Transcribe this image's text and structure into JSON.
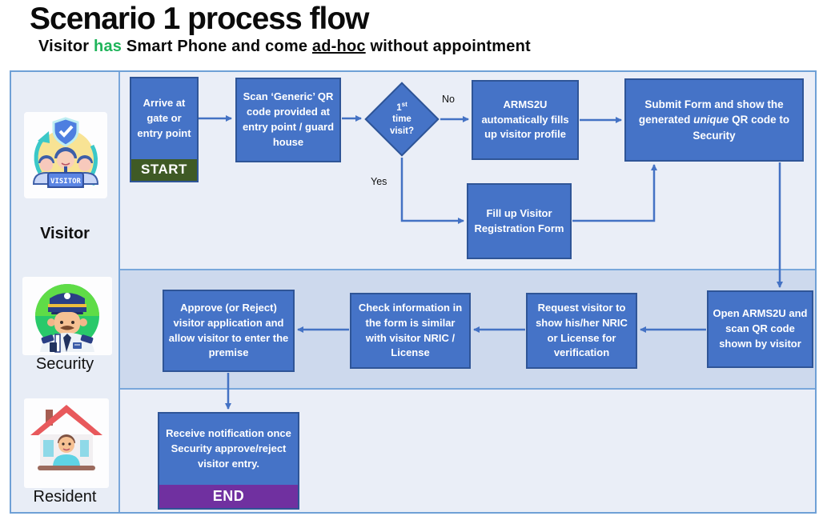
{
  "header": {
    "title": "Scenario 1 process flow",
    "subtitle_part1": "Visitor ",
    "subtitle_has": "has",
    "subtitle_part2": " Smart Phone and come ",
    "subtitle_adhoc": "ad-hoc",
    "subtitle_part3": " without appointment"
  },
  "lanes": {
    "visitor": "Visitor",
    "security": "Security",
    "resident": "Resident"
  },
  "visitor_badge": "VISITOR",
  "nodes": {
    "arrive": "Arrive at gate or entry point",
    "start_tag": "START",
    "scan": "Scan ‘Generic’ QR code provided at entry point / guard house",
    "decision_num": "1",
    "decision_sup": "st",
    "decision_line2": "time",
    "decision_line3": "visit?",
    "arms2u": "ARMS2U automatically fills up visitor profile",
    "fillform": "Fill up Visitor Registration Form",
    "submit_part1": "Submit Form and show the generated ",
    "submit_italic": "unique",
    "submit_part2": " QR code to Security",
    "open": "Open ARMS2U and scan QR code shown by visitor",
    "request": "Request visitor to show his/her NRIC or License for verification",
    "check": "Check information in the form is similar with visitor NRIC / License",
    "approve": "Approve (or Reject) visitor application and allow visitor to enter the premise",
    "receive": "Receive notification once Security approve/reject visitor entry.",
    "end_tag": "END"
  },
  "edge_labels": {
    "no": "No",
    "yes": "Yes"
  },
  "colors": {
    "box_blue": "#4573C7",
    "box_border": "#2F5597",
    "start_green": "#3F5A25",
    "end_purple": "#7030A0",
    "lane_light": "#EAEEF7",
    "lane_security_dark": "#CDD9ED",
    "lane_line": "#79A7DB",
    "arrow_blue": "#4472C4",
    "subtitle_green": "#1FB45A"
  }
}
